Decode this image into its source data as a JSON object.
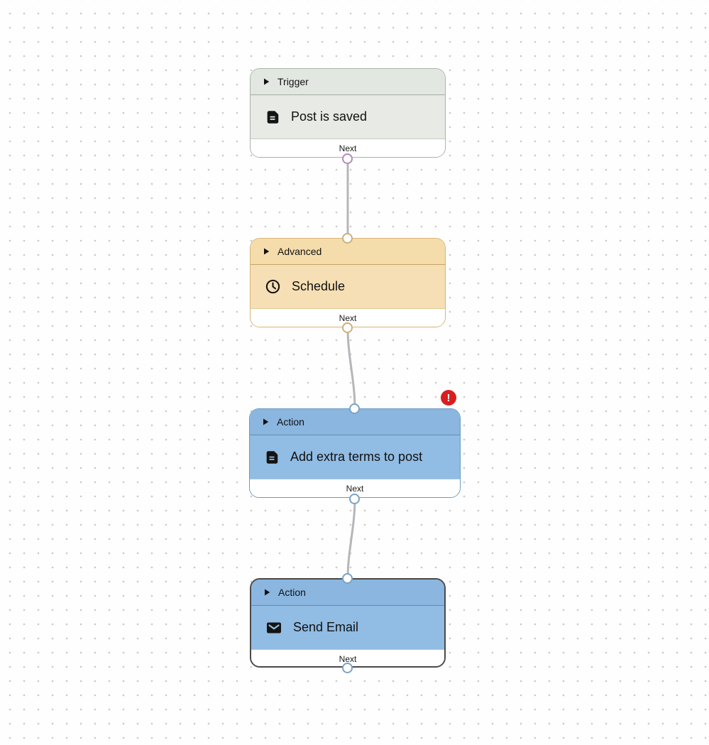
{
  "canvas": {
    "background_color": "#fefefe",
    "grid_dot_color": "#c9c9c9",
    "edge_color": "#b6b6ba"
  },
  "nodes": [
    {
      "type_label": "Trigger",
      "title": "Post is saved",
      "footer_label": "Next",
      "icon": "document-icon",
      "selected": false,
      "has_error": false,
      "colors": {
        "border": "#a9b3a7",
        "header_bg": "#e3e7e2",
        "body_bg": "#e7eae5",
        "port": "#b28bbb"
      }
    },
    {
      "type_label": "Advanced",
      "title": "Schedule",
      "footer_label": "Next",
      "icon": "clock-icon",
      "selected": false,
      "has_error": false,
      "colors": {
        "border": "#d6b578",
        "header_bg": "#f5dcab",
        "body_bg": "#f6dfb4",
        "port": "#ccb07a"
      }
    },
    {
      "type_label": "Action",
      "title": "Add extra terms to post",
      "footer_label": "Next",
      "icon": "document-icon",
      "selected": false,
      "has_error": true,
      "colors": {
        "border": "#6b99c2",
        "header_bg": "#8ab6e0",
        "body_bg": "#91bce4",
        "port": "#7ba2c7"
      }
    },
    {
      "type_label": "Action",
      "title": "Send Email",
      "footer_label": "Next",
      "icon": "envelope-icon",
      "selected": true,
      "has_error": false,
      "colors": {
        "border": "#4a4a4a",
        "header_bg": "#8ab6e0",
        "body_bg": "#91bce4",
        "port": "#7ba2c7"
      }
    }
  ],
  "error_badge": {
    "glyph": "!",
    "color": "#da1e1e"
  }
}
